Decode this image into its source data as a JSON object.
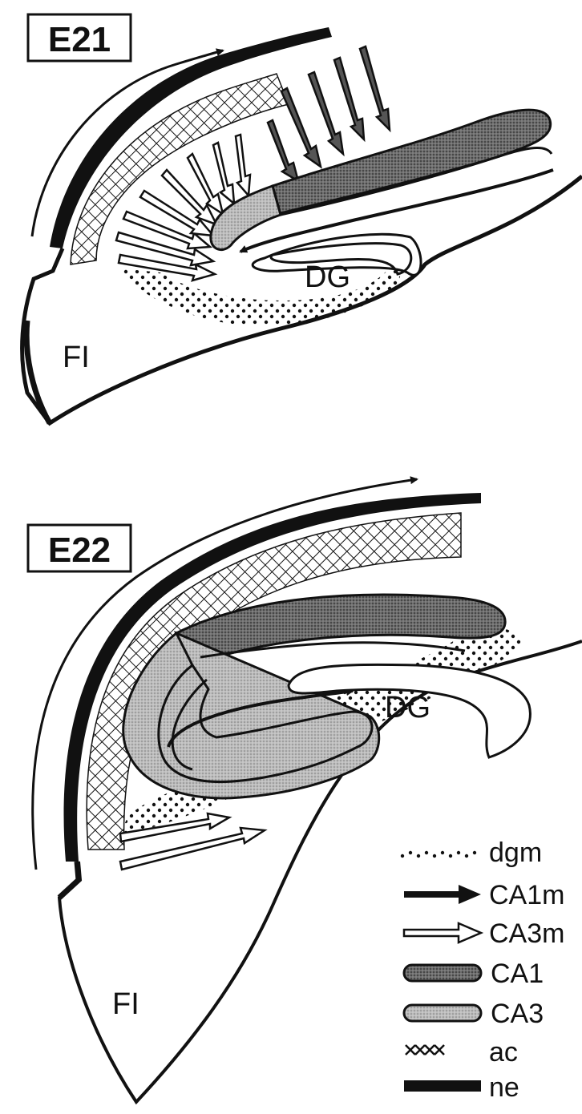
{
  "panels": [
    {
      "id": "e21",
      "title": "E21",
      "labels": {
        "dg": "DG",
        "fi": "FI"
      }
    },
    {
      "id": "e22",
      "title": "E22",
      "labels": {
        "dg": "DG",
        "fi": "FI"
      }
    }
  ],
  "legend": [
    {
      "key": "dgm",
      "label": "dgm",
      "symbol": "dots"
    },
    {
      "key": "ca1m",
      "label": "CA1m",
      "symbol": "dark-arrow"
    },
    {
      "key": "ca3m",
      "label": "CA3m",
      "symbol": "hollow-arrow"
    },
    {
      "key": "ca1",
      "label": "CA1",
      "symbol": "dark-stipple-capsule"
    },
    {
      "key": "ca3",
      "label": "CA3",
      "symbol": "light-stipple-capsule"
    },
    {
      "key": "ac",
      "label": "ac",
      "symbol": "crosshatch"
    },
    {
      "key": "ne",
      "label": "ne",
      "symbol": "solid-black-bar"
    }
  ],
  "colors": {
    "ink": "#111111",
    "ca1_fill": "#6e6e6e",
    "ca3_fill": "#b4b4b4",
    "paper": "#ffffff"
  }
}
